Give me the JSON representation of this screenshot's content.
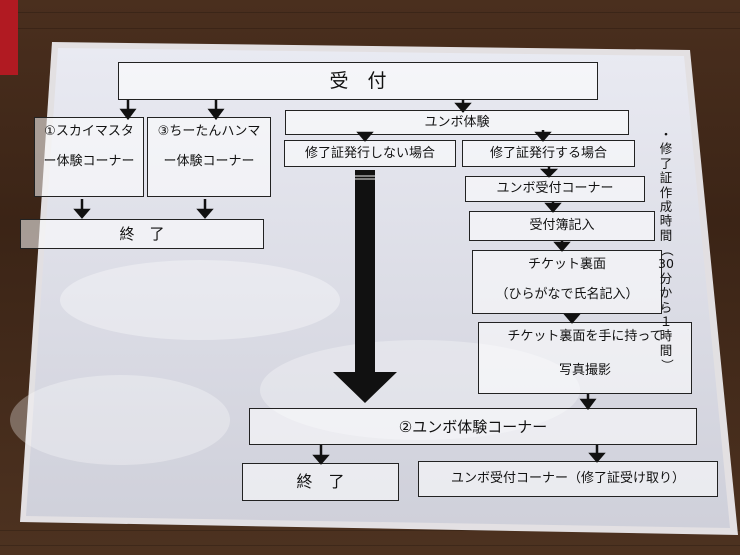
{
  "reception": "受　付",
  "left1_line1": "①スカイマスタ",
  "left1_line2": "ー体験コーナー",
  "left2_line1": "③ちーたんハンマ",
  "left2_line2": "ー体験コーナー",
  "end_left": "終　了",
  "yunbo": "ユンボ体験",
  "no_cert": "修了証発行しない場合",
  "with_cert": "修了証発行する場合",
  "yunbo_reception": "ユンボ受付コーナー",
  "register": "受付簿記入",
  "ticket_back": "チケット裏面",
  "ticket_name": "（ひらがなで氏名記入）",
  "ticket_hold": "チケット裏面を手に持って",
  "photo": "写真撮影",
  "yunbo_corner": "②ユンボ体験コーナー",
  "end_bottom": "終　了",
  "cert_pickup": "ユンボ受付コーナー（修了証受け取り）",
  "side_note": "・修了証作成時間（30分から１時間）"
}
